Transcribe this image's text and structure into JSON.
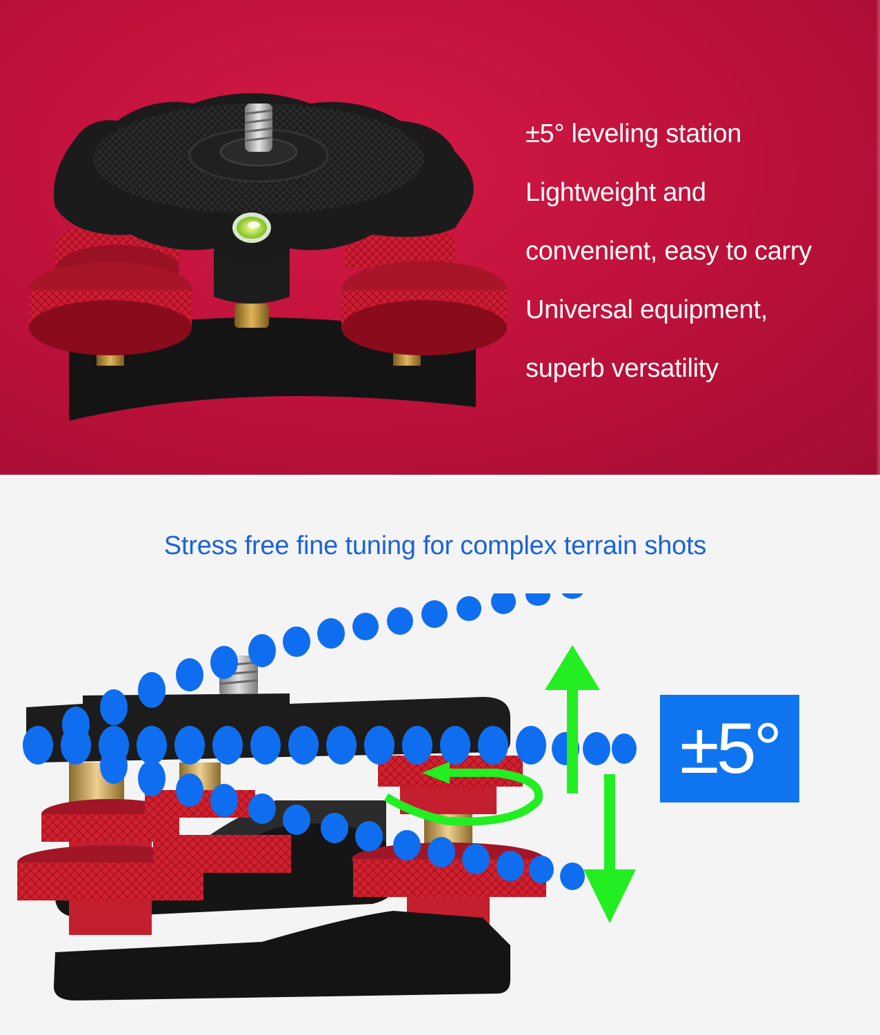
{
  "hero": {
    "background_color": "#c0123c",
    "features": [
      "±5° leveling station",
      "Lightweight and",
      "convenient, easy to carry",
      "Universal equipment,",
      "superb versatility"
    ]
  },
  "lower": {
    "background_color": "#f4f4f4",
    "tagline": "Stress free fine tuning for complex terrain shots",
    "tagline_color": "#1a63d6",
    "badge": {
      "label": "±5°",
      "background_color": "#0f74f0"
    },
    "indicators": {
      "dot_color": "#0f6ef0",
      "arrow_color": "#22ee22",
      "icons": [
        "arrow-up-icon",
        "arrow-down-icon",
        "rotation-arrow-icon"
      ]
    }
  }
}
